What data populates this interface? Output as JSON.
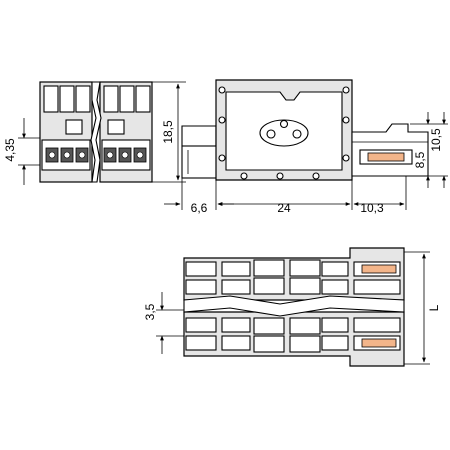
{
  "dimensions": {
    "front_pitch_offset": "4,35",
    "front_height": "18,5",
    "side_left_offset": "6,6",
    "side_body_length": "24",
    "side_tail_length": "10,3",
    "side_pin_height_a": "8,5",
    "side_pin_height_b": "10,5",
    "top_pitch": "3,5",
    "top_length": "L"
  }
}
